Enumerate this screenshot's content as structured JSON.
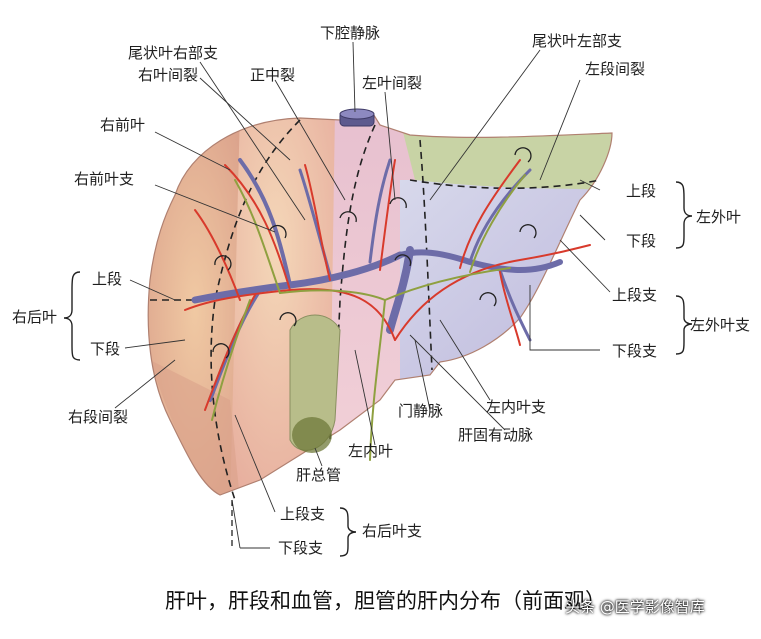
{
  "labels": {
    "ivc": "下腔静脉",
    "caudate_right": "尾状叶右部支",
    "right_interlobar": "右叶间裂",
    "median_fissure": "正中裂",
    "left_interlobar": "左叶间裂",
    "caudate_left": "尾状叶左部支",
    "left_intersegmental": "左段间裂",
    "right_anterior_lobe": "右前叶",
    "right_anterior_branch": "右前叶支",
    "right_upper_segment": "上段",
    "right_posterior_lobe": "右后叶",
    "right_lower_segment": "下段",
    "right_intersegmental": "右段间裂",
    "left_upper_segment": "上段",
    "left_lower_segment": "下段",
    "left_lateral_lobe": "左外叶",
    "left_upper_branch": "上段支",
    "left_lateral_branch": "左外叶支",
    "left_lower_branch": "下段支",
    "portal_vein": "门静脉",
    "left_medial_branch": "左内叶支",
    "hepatic_artery": "肝固有动脉",
    "left_medial_lobe": "左内叶",
    "common_hepatic_duct": "肝总管",
    "right_post_upper_branch": "上段支",
    "right_post_lower_branch": "下段支",
    "right_posterior_branch": "右后叶支"
  },
  "caption": "肝叶，肝段和血管，胆管的肝内分布（前面观）",
  "watermark": "头条 @医学影像智库",
  "colors": {
    "right_anterior": "#e8a89a",
    "right_posterior": "#dfa585",
    "left_medial": "#ecc6cc",
    "left_lateral_upper": "#c9d4a6",
    "left_lateral_lower": "#ccc8e4",
    "gallbladder": "#b5bb8a",
    "portal_vein": "#6d6ca8",
    "artery": "#d83a2c",
    "bile_duct": "#8fa040"
  }
}
